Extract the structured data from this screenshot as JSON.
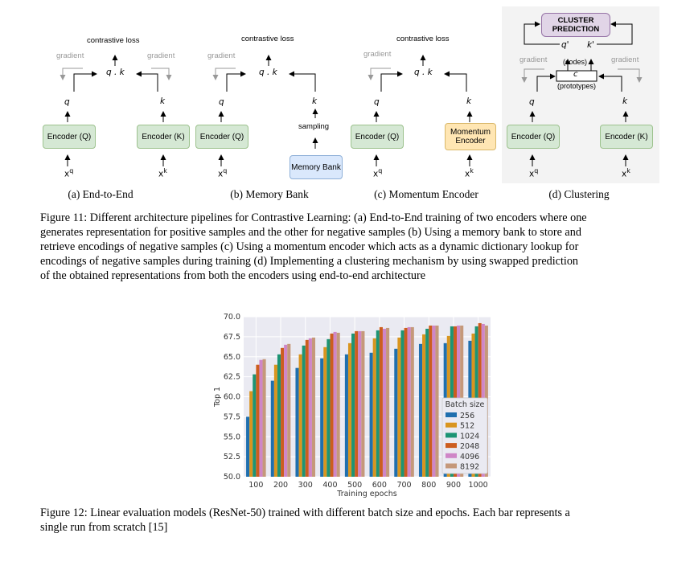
{
  "figure11": {
    "panels": [
      {
        "id": "a",
        "subcaption": "(a) End-to-End",
        "loss": "contrastive loss",
        "gradient_left": "gradient",
        "gradient_right": "gradient",
        "dot": "q . k",
        "q": "q",
        "k": "k",
        "enc_left": "Encoder (Q)",
        "enc_right": "Encoder (K)",
        "x_left": "x",
        "x_left_sup": "q",
        "x_right": "x",
        "x_right_sup": "k"
      },
      {
        "id": "b",
        "subcaption": "(b) Memory Bank",
        "loss": "contrastive loss",
        "gradient_left": "gradient",
        "dot": "q . k",
        "q": "q",
        "k": "k",
        "enc_left": "Encoder (Q)",
        "sampling": "sampling",
        "memory_bank": "Memory Bank",
        "x_left": "x",
        "x_left_sup": "q"
      },
      {
        "id": "c",
        "subcaption": "(c) Momentum Encoder",
        "loss": "contrastive loss",
        "gradient_left": "gradient",
        "dot": "q . k",
        "q": "q",
        "k": "k",
        "enc_left": "Encoder (Q)",
        "enc_right": "Momentum Encoder",
        "x_left": "x",
        "x_left_sup": "q",
        "x_right": "x",
        "x_right_sup": "k"
      },
      {
        "id": "d",
        "subcaption": "(d) Clustering",
        "cluster_prediction": "CLUSTER PREDICTION",
        "q_prime": "q'",
        "k_prime": "k'",
        "codes": "(codes)",
        "c": "c",
        "prototypes": "(prototypes)",
        "gradient_left": "gradient",
        "gradient_right": "gradient",
        "q": "q",
        "k": "k",
        "enc_left": "Encoder (Q)",
        "enc_right": "Encoder (K)",
        "x_left": "x",
        "x_left_sup": "q",
        "x_right": "x",
        "x_right_sup": "k"
      }
    ],
    "caption_lines": [
      "Figure 11: Different architecture pipelines for Contrastive Learning: (a) End-to-End training of two encoders where one",
      "generates representation for positive samples and the other for negative samples (b) Using a memory bank to store and",
      "retrieve encodings of negative samples (c) Using a momentum encoder which acts as a dynamic dictionary lookup for",
      "encodings of negative samples during training (d) Implementing a clustering mechanism by using swapped prediction",
      "of the obtained representations from both the encoders using end-to-end architecture"
    ]
  },
  "figure12": {
    "caption_lines": [
      "Figure 12: Linear evaluation models (ResNet-50) trained with different batch size and epochs. Each bar represents a",
      "single run from scratch [15]"
    ]
  },
  "chart_data": {
    "type": "bar",
    "xlabel": "Training epochs",
    "ylabel": "Top 1",
    "ylim": [
      50.0,
      70.0
    ],
    "yticks": [
      "50.0",
      "52.5",
      "55.0",
      "57.5",
      "60.0",
      "62.5",
      "65.0",
      "67.5",
      "70.0"
    ],
    "categories": [
      "100",
      "200",
      "300",
      "400",
      "500",
      "600",
      "700",
      "800",
      "900",
      "1000"
    ],
    "grid": true,
    "legend_title": "Batch size",
    "legend_position": "bottom-right",
    "series": [
      {
        "name": "256",
        "color": "#1f6fae",
        "values": [
          57.5,
          62.0,
          63.6,
          64.8,
          65.3,
          65.5,
          66.0,
          66.6,
          66.7,
          67.0
        ]
      },
      {
        "name": "512",
        "color": "#d9951f",
        "values": [
          60.7,
          64.0,
          65.3,
          66.2,
          66.7,
          67.3,
          67.4,
          67.8,
          67.6,
          67.9
        ]
      },
      {
        "name": "1024",
        "color": "#1d9474",
        "values": [
          62.8,
          65.3,
          66.4,
          67.2,
          67.9,
          68.3,
          68.3,
          68.5,
          68.8,
          68.8
        ]
      },
      {
        "name": "2048",
        "color": "#cc5d1f",
        "values": [
          64.0,
          66.1,
          67.1,
          67.9,
          68.2,
          68.7,
          68.6,
          68.9,
          68.8,
          69.2
        ]
      },
      {
        "name": "4096",
        "color": "#cf86c7",
        "values": [
          64.6,
          66.5,
          67.3,
          68.1,
          68.2,
          68.5,
          68.7,
          68.9,
          68.9,
          69.1
        ]
      },
      {
        "name": "8192",
        "color": "#c5987a",
        "values": [
          64.7,
          66.6,
          67.4,
          68.0,
          68.2,
          68.6,
          68.7,
          68.9,
          68.9,
          68.9
        ]
      }
    ]
  }
}
